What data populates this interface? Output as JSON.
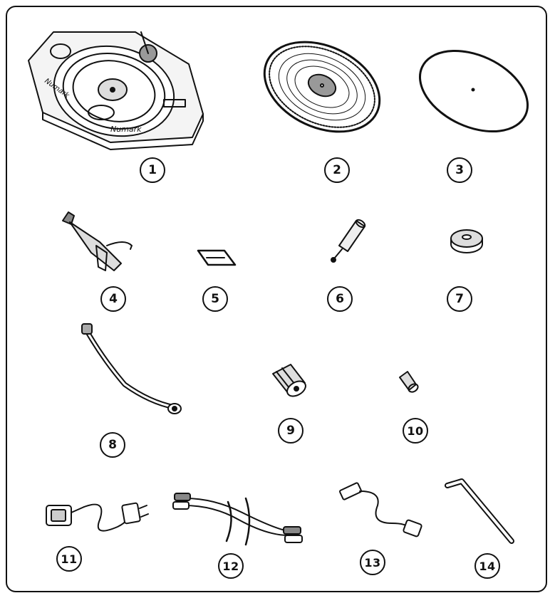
{
  "items": [
    {
      "number": "1",
      "icon": "turntable-icon"
    },
    {
      "number": "2",
      "icon": "platter-icon"
    },
    {
      "number": "3",
      "icon": "drive-belt-icon"
    },
    {
      "number": "4",
      "icon": "headshell-icon"
    },
    {
      "number": "5",
      "icon": "slipmat-pad-icon"
    },
    {
      "number": "6",
      "icon": "cartridge-stylus-icon"
    },
    {
      "number": "7",
      "icon": "spindle-adapter-icon"
    },
    {
      "number": "8",
      "icon": "tone-arm-tube-icon"
    },
    {
      "number": "9",
      "icon": "counterweight-icon"
    },
    {
      "number": "10",
      "icon": "weight-knob-icon"
    },
    {
      "number": "11",
      "icon": "power-cable-icon"
    },
    {
      "number": "12",
      "icon": "rca-cable-icon"
    },
    {
      "number": "13",
      "icon": "usb-cable-icon"
    },
    {
      "number": "14",
      "icon": "hex-key-icon"
    }
  ],
  "logo_text": "Numark"
}
